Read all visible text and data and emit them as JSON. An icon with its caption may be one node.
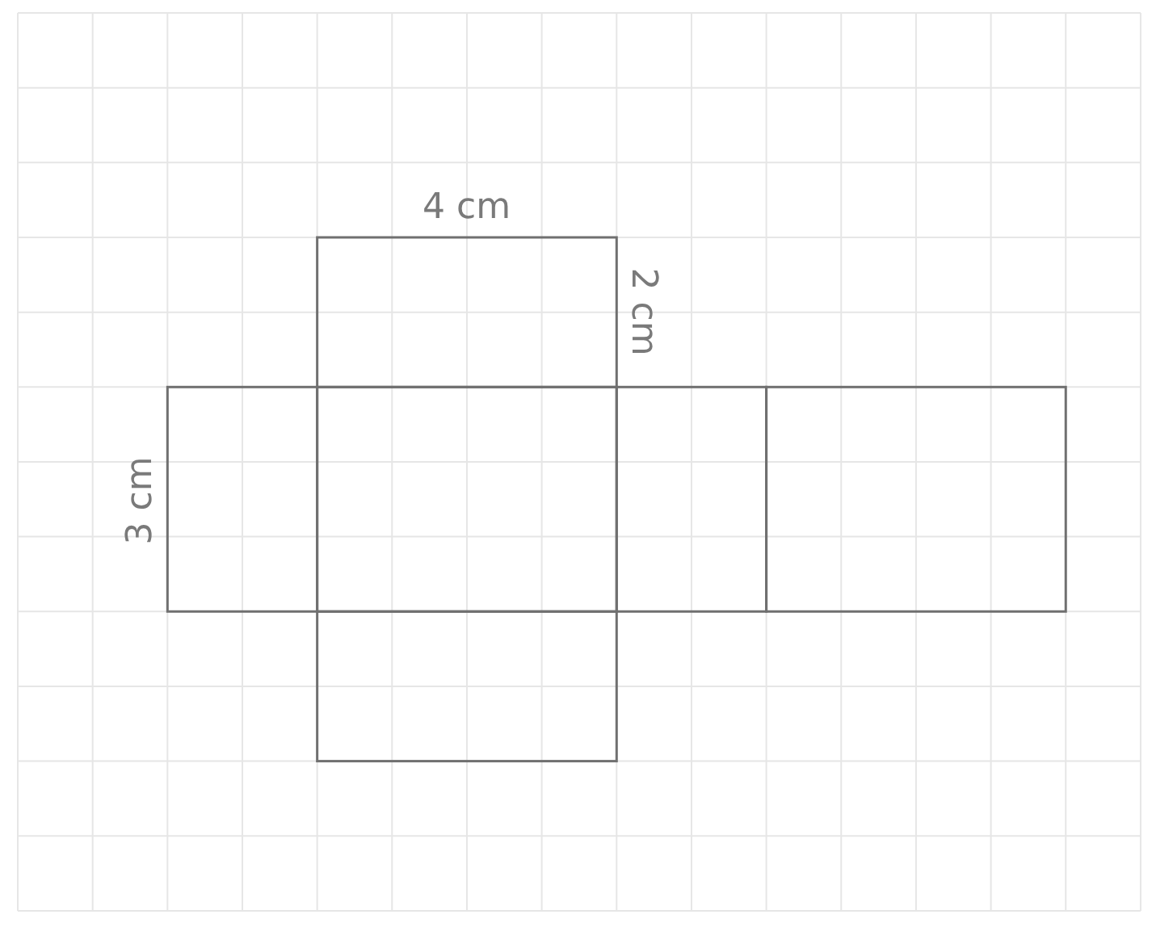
{
  "diagram": {
    "labels": [
      "4 cm",
      "2 cm",
      "3 cm"
    ]
  }
}
